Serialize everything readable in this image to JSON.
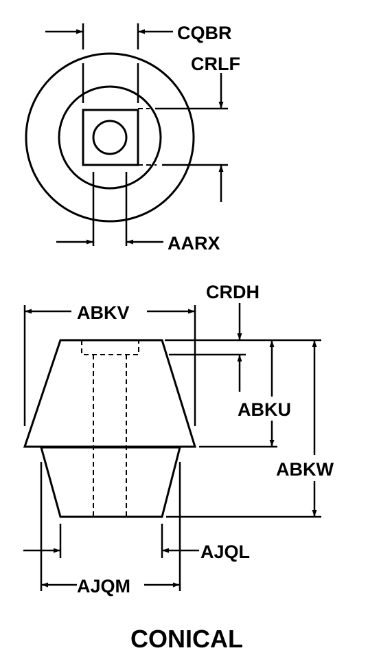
{
  "labels": {
    "cqbr": "CQBR",
    "crlf": "CRLF",
    "aarx": "AARX",
    "crdh": "CRDH",
    "abkv": "ABKV",
    "abku": "ABKU",
    "abkw": "ABKW",
    "ajql": "AJQL",
    "ajqm": "AJQM"
  },
  "title": "CONICAL"
}
